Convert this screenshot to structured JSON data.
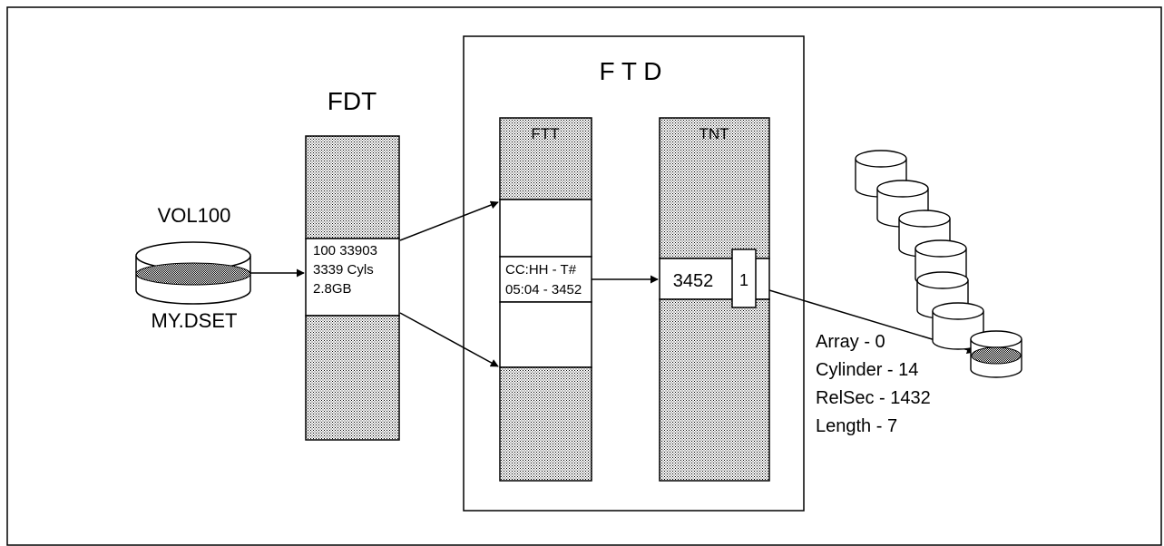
{
  "volume": {
    "label": "VOL100",
    "dataset": "MY.DSET"
  },
  "fdt": {
    "title": "FDT",
    "entry_lines": [
      "100 33903",
      "3339 Cyls",
      "2.8GB"
    ]
  },
  "ftd": {
    "title": "F T D",
    "ftt": {
      "title": "FTT",
      "entry_lines": [
        "CC:HH - T#",
        "05:04 - 3452"
      ]
    },
    "tnt": {
      "title": "TNT",
      "entry_value": "3452",
      "entry_index": "1"
    }
  },
  "array_info": [
    "Array - 0",
    "Cylinder - 14",
    "RelSec - 1432",
    "Length - 7"
  ],
  "drive_stack": {
    "count": 7
  }
}
